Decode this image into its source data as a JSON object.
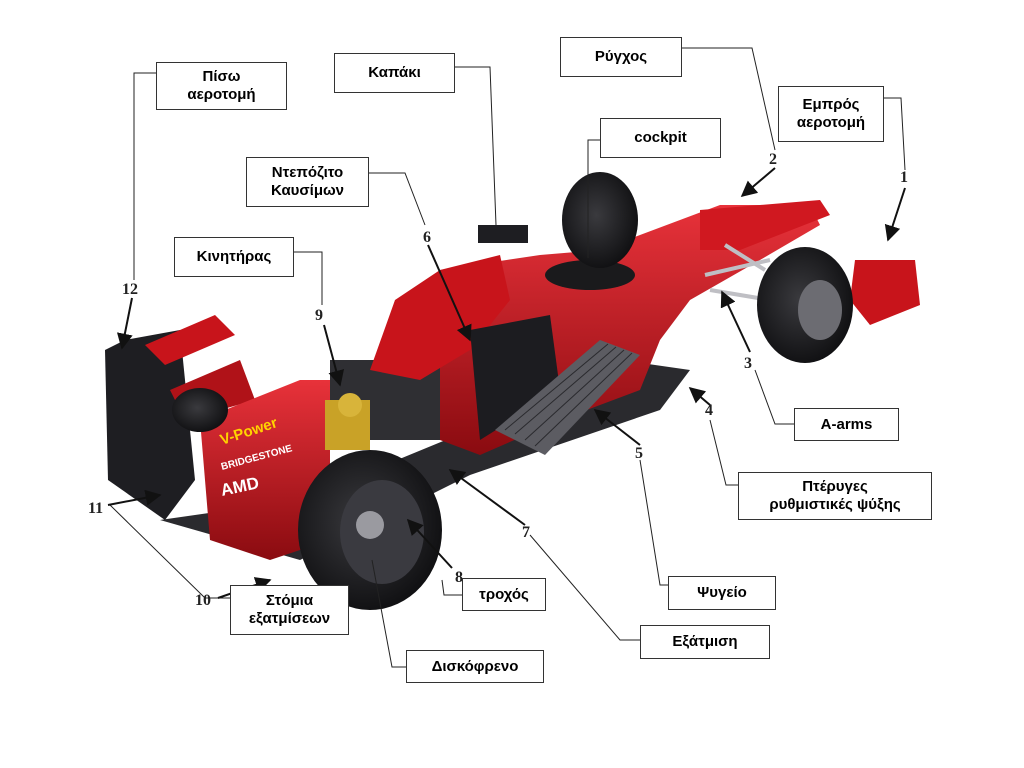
{
  "labels": {
    "piso_aerotomi": "Πίσω\nαεροτομή",
    "kapaki": "Καπάκι",
    "rygxos": "Ρύγχος",
    "cockpit": "cockpit",
    "empros_aerotomi": "Εμπρός\nαεροτομή",
    "ntepozito": "Ντεπόζιτο\nΚαυσίμων",
    "kinitiras": "Κινητήρας",
    "a_arms": "A-arms",
    "pteryges": "Πτέρυγες\nρυθμιστικές ψύξης",
    "psygeio": "Ψυγείο",
    "trohos": "τροχός",
    "exatmisi": "Εξάτμιση",
    "stomia": "Στόμια\nεξατμίσεων",
    "diskofreno": "Δισκόφρενο"
  },
  "numbers": [
    "1",
    "2",
    "3",
    "4",
    "5",
    "6",
    "7",
    "8",
    "9",
    "10",
    "11",
    "12"
  ],
  "car_logos": {
    "shell": "V-Power",
    "tyre_brand": "BRIDGESTONE",
    "sponsor": "AMD"
  },
  "colors": {
    "body_red": "#c8141b",
    "dark_red": "#8a0b10",
    "tyre": "#1b1b1d",
    "carbon": "#2a2a2e"
  }
}
